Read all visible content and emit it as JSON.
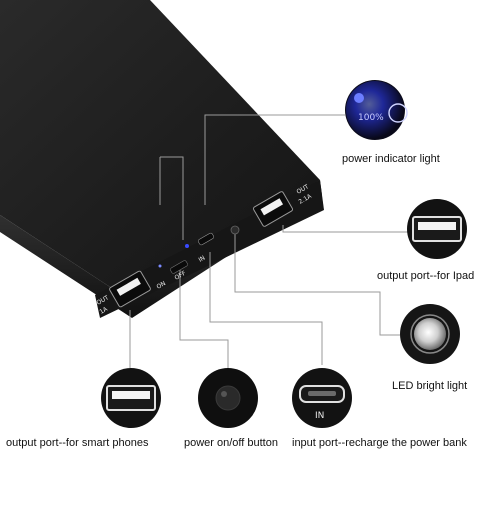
{
  "captions": {
    "power_indicator": "power indicator light",
    "output_ipad": "output port--for Ipad",
    "led_light": "LED bright light",
    "output_phones": "output port--for smart phones",
    "power_button": "power on/off button",
    "input_port": "input port--recharge the power bank"
  },
  "device_labels": {
    "out_right_top": "OUT",
    "out_right_bottom": "2.1A",
    "out_left_top": "OUT",
    "out_left_bottom": "1A",
    "on": "ON",
    "off": "OFF",
    "in": "IN",
    "in_detail": "IN",
    "percent": "100%"
  },
  "colors": {
    "device_body": "#1b1b1b",
    "callout_line": "#9a9a9a",
    "indicator_blue": "#3a4bff"
  }
}
